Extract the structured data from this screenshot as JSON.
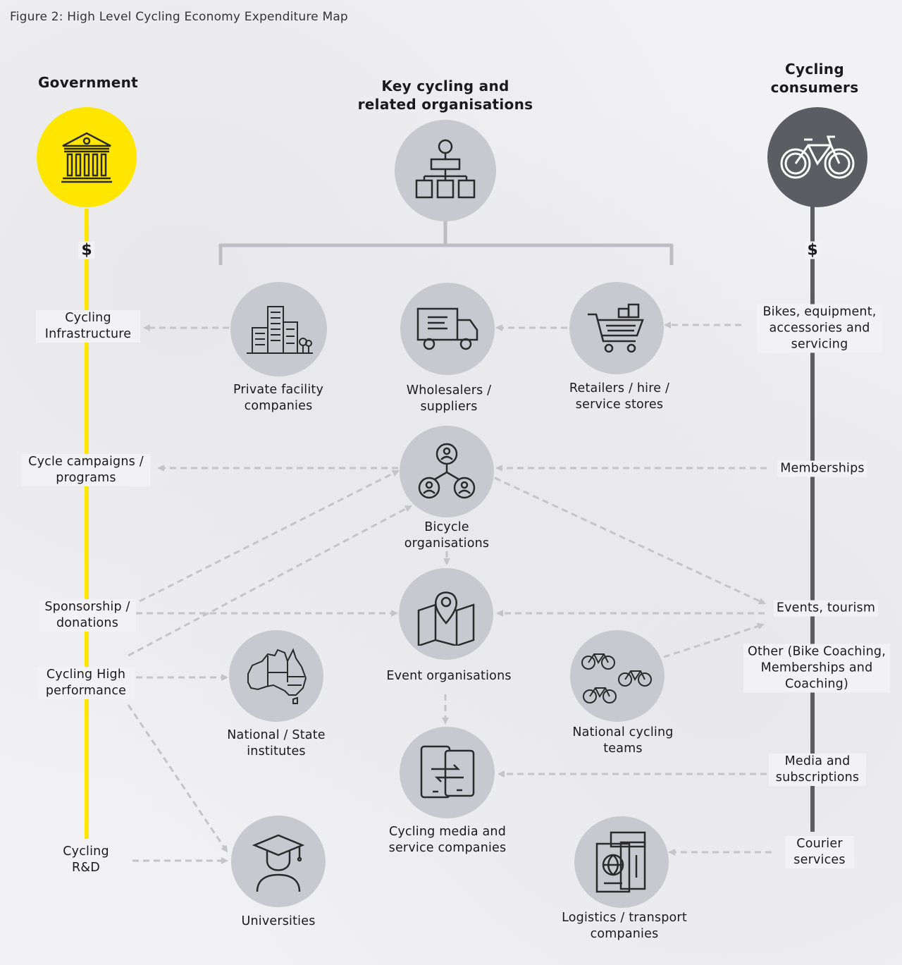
{
  "figure_title": "Figure 2: High Level Cycling Economy Expenditure Map",
  "columns": {
    "government": "Government",
    "organisations": "Key cycling and related organisations",
    "consumers": "Cycling consumers"
  },
  "dollar_sign": "$",
  "government_items": [
    "Cycling Infrastructure",
    "Cycle campaigns / programs",
    "Sponsorship / donations",
    "Cycling High performance",
    "Cycling R&D"
  ],
  "consumer_items": [
    "Bikes, equipment, accessories and servicing",
    "Memberships",
    "Events, tourism",
    "Other (Bike Coaching, Memberships and Coaching)",
    "Media and subscriptions",
    "Courier services"
  ],
  "nodes": {
    "private_facility": "Private facility companies",
    "wholesalers": "Wholesalers / suppliers",
    "retailers": "Retailers / hire / service stores",
    "bicycle_orgs": "Bicycle organisations",
    "event_orgs": "Event organisations",
    "national_state": "National / State institutes",
    "national_teams": "National cycling teams",
    "media": "Cycling media and service companies",
    "universities": "Universities",
    "logistics": "Logistics / transport companies"
  },
  "colors": {
    "government": "#ffe600",
    "consumer": "#5c5c63",
    "node": "#c8c8cf",
    "arrow": "#c4c4c9"
  },
  "icons": {
    "government": "government-building-icon",
    "organisations": "org-chart-icon",
    "consumers": "bicycle-icon"
  }
}
